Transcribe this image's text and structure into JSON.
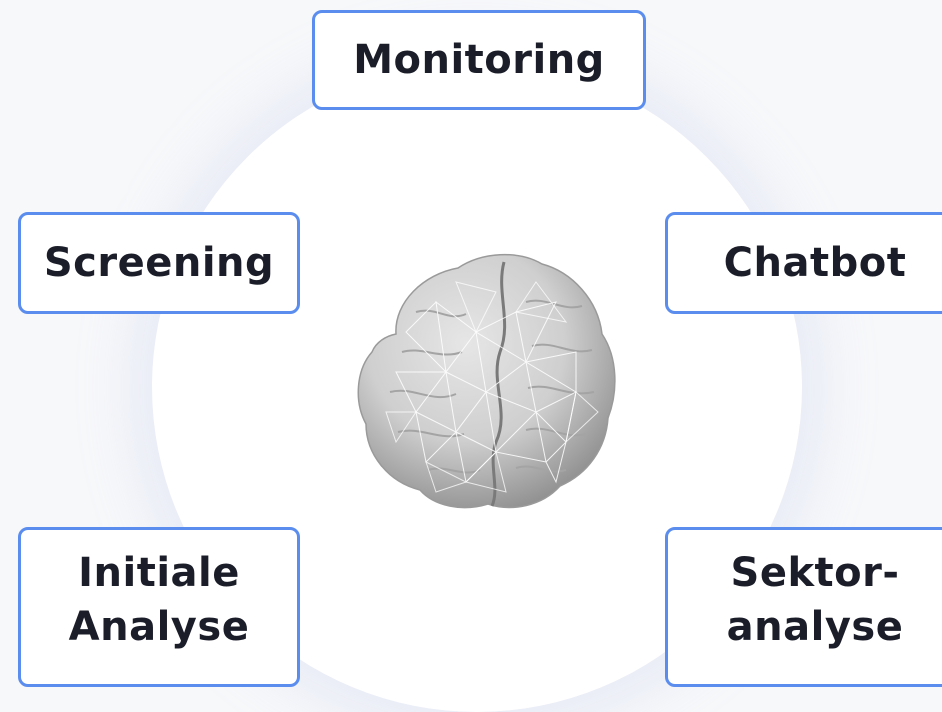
{
  "diagram": {
    "center_icon": "brain-mesh-icon",
    "nodes": [
      {
        "id": "monitoring",
        "lines": [
          "Monitoring"
        ]
      },
      {
        "id": "screening",
        "lines": [
          "Screening"
        ]
      },
      {
        "id": "chatbot",
        "lines": [
          "Chatbot"
        ]
      },
      {
        "id": "initiale-analyse",
        "lines": [
          "Initiale",
          "Analyse"
        ]
      },
      {
        "id": "sektoranalyse",
        "lines": [
          "Sektor-",
          "analyse"
        ]
      }
    ],
    "colors": {
      "node_border": "#5b8def",
      "text": "#1b1e29",
      "background": "#f7f8fa",
      "disc": "#ffffff"
    }
  }
}
